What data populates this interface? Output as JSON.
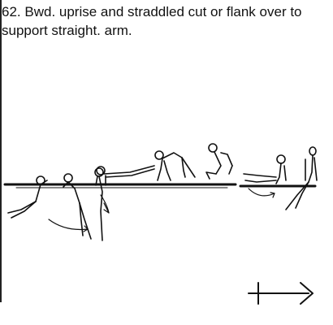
{
  "caption": {
    "number": "62.",
    "text": "Bwd. uprise and straddled cut or flank over to support straight. arm."
  },
  "figure": {
    "sequence_frames": 8,
    "direction_icon": "right-arrow-with-bar-icon"
  }
}
